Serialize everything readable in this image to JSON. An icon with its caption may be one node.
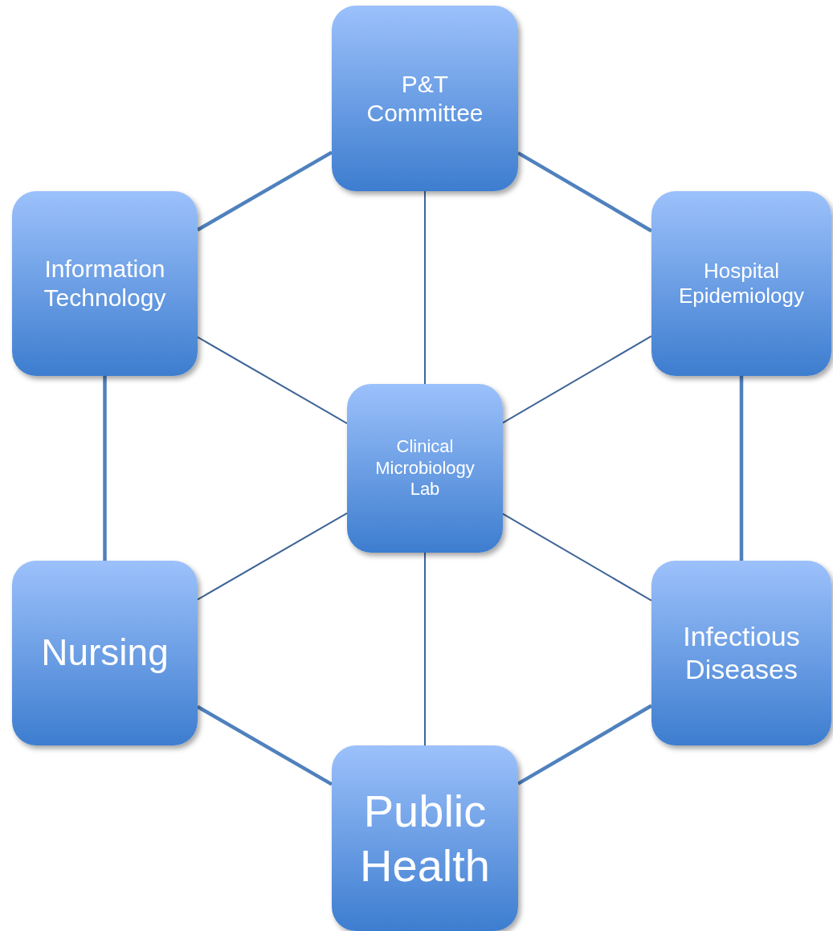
{
  "diagram": {
    "nodes": [
      {
        "text": [
          "P&T Committee"
        ]
      },
      {
        "text": [
          "Information Technology"
        ]
      },
      {
        "text": [
          "Hospital Epidemiology"
        ]
      },
      {
        "text": [
          "Clinical Microbiology Lab"
        ]
      },
      {
        "text": [
          "Nursing"
        ]
      },
      {
        "text": [
          "Infectious Diseases"
        ]
      },
      {
        "text": [
          "Public Health"
        ]
      }
    ],
    "edges": [
      {
        "from": 3,
        "to": 0,
        "arrow": "none"
      },
      {
        "from": 3,
        "to": 1,
        "arrow": "none"
      },
      {
        "from": 3,
        "to": 2,
        "arrow": "none"
      },
      {
        "from": 3,
        "to": 4,
        "arrow": "none"
      },
      {
        "from": 3,
        "to": 5,
        "arrow": "none"
      },
      {
        "from": 3,
        "to": 6,
        "arrow": "none"
      },
      {
        "from": 0,
        "to": 1,
        "arrow": "none",
        "style": "thick",
        "color": "#4f81bd"
      },
      {
        "from": 0,
        "to": 2,
        "arrow": "none",
        "style": "thick",
        "color": "#4f81bd"
      },
      {
        "from": 1,
        "to": 4,
        "arrow": "none",
        "style": "thick",
        "color": "#4f81bd"
      },
      {
        "from": 2,
        "to": 5,
        "arrow": "none",
        "style": "thick",
        "color": "#4f81bd"
      },
      {
        "from": 4,
        "to": 6,
        "arrow": "none",
        "style": "thick",
        "color": "#4f81bd"
      },
      {
        "from": 5,
        "to": 6,
        "arrow": "none",
        "style": "thick",
        "color": "#4f81bd"
      }
    ]
  }
}
